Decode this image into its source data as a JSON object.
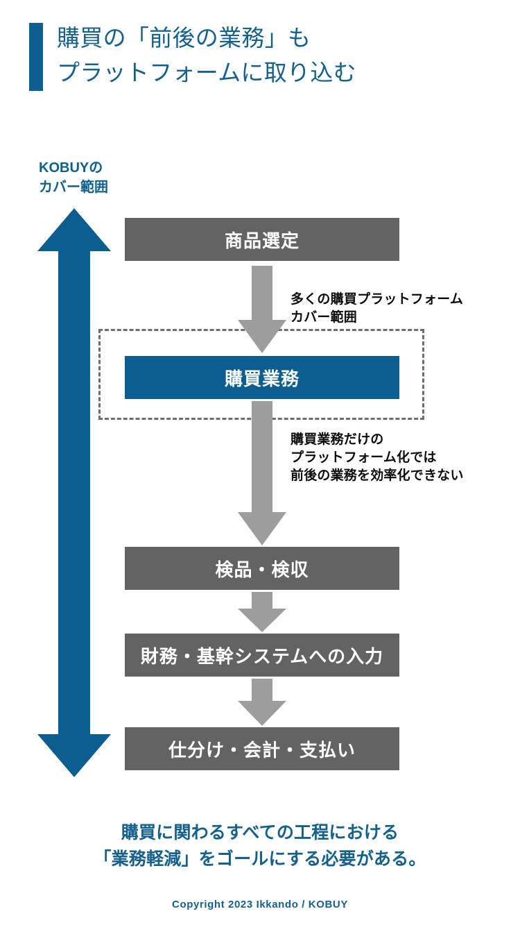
{
  "slide": {
    "title": "購買の「前後の業務」も\nプラットフォームに取り込む",
    "accent_color": "#0d5f90",
    "title_color": "#14608f"
  },
  "coverage": {
    "label": "KOBUYの\nカバー範囲",
    "arrow_color": "#0b5e8f",
    "arrow_direction": "double-vertical"
  },
  "flow": {
    "box_color": "#636363",
    "highlight_color": "#0b5e8f",
    "connector_color": "#9d9d9d",
    "dashed_border_color": "#6e6e6e",
    "steps": [
      {
        "id": "product-selection",
        "label": "商品選定",
        "highlight": false
      },
      {
        "id": "purchasing",
        "label": "購買業務",
        "highlight": true
      },
      {
        "id": "inspection",
        "label": "検品・検収",
        "highlight": false
      },
      {
        "id": "system-input",
        "label": "財務・基幹システムへの入力",
        "highlight": false
      },
      {
        "id": "accounting",
        "label": "仕分け・会計・支払い",
        "highlight": false
      }
    ]
  },
  "annotations": {
    "coverage_note": "多くの購買プラットフォーム\nカバー範囲",
    "limitation_note": "購買業務だけの\nプラットフォーム化では\n前後の業務を効率化できない"
  },
  "conclusion": {
    "text": "購買に関わるすべての工程における\n「業務軽減」をゴールにする必要がある。"
  },
  "footer": {
    "copyright": "Copyright 2023 Ikkando / KOBUY"
  }
}
